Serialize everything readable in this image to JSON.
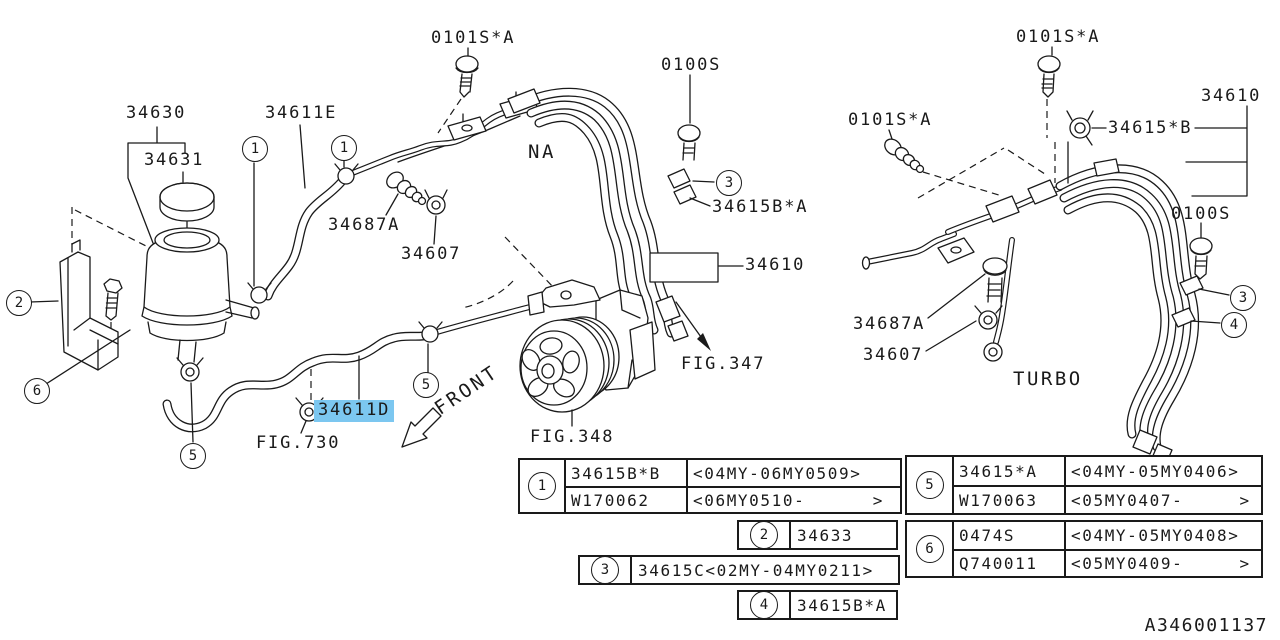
{
  "colors": {
    "line": "#1a1a1a",
    "highlight": "#7cc7f0",
    "background": "#ffffff"
  },
  "sections": {
    "na": "NA",
    "turbo": "TURBO",
    "front": "FRONT"
  },
  "parts": {
    "p34630": "34630",
    "p34631": "34631",
    "p34611e": "34611E",
    "p34611d": "34611D",
    "p0101sa": "0101S*A",
    "p0100s": "0100S",
    "p34615ba": "34615B*A",
    "p34615b": "34615*B",
    "p34610": "34610",
    "p34687a": "34687A",
    "p34607": "34607"
  },
  "figs": {
    "fig347": "FIG.347",
    "fig348": "FIG.348",
    "fig730": "FIG.730"
  },
  "callouts": {
    "c1": "1",
    "c2": "2",
    "c3": "3",
    "c4": "4",
    "c5": "5",
    "c6": "6"
  },
  "tables": {
    "t1": {
      "rows": [
        [
          "34615B*B",
          "<04MY-06MY0509>"
        ],
        [
          "W170062",
          "<06MY0510-      >"
        ]
      ]
    },
    "t2": {
      "value": "34633"
    },
    "t3": {
      "value": "34615C<02MY-04MY0211>"
    },
    "t4": {
      "value": "34615B*A"
    },
    "t5": {
      "rows": [
        [
          "34615*A",
          "<04MY-05MY0406>"
        ],
        [
          "W170063",
          "<05MY0407-     >"
        ]
      ]
    },
    "t6": {
      "rows": [
        [
          "0474S",
          "<04MY-05MY0408>"
        ],
        [
          "Q740011",
          "<05MY0409-     >"
        ]
      ]
    }
  },
  "doc_number": "A346001137"
}
